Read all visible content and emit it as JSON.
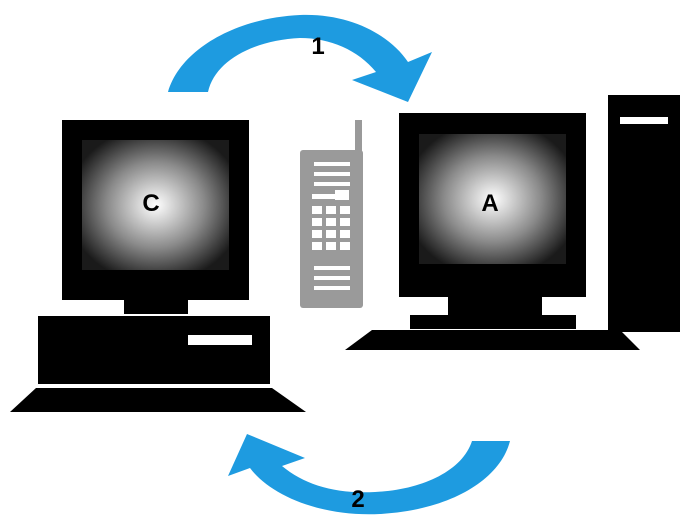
{
  "labels": {
    "computer_c": "C",
    "computer_a": "A",
    "step_1": "1",
    "step_2": "2"
  },
  "colors": {
    "arrow": "#1E9BE0",
    "arrow_shadow": "#1778B0",
    "computer": "#000000",
    "phone": "#9A9A9A",
    "phone_dark": "#7C7C7C",
    "screen_center": "#FFFFFF",
    "screen_edge": "#1A1A1A"
  },
  "icons": {
    "left_computer": "desktop-computer-icon",
    "right_computer": "tower-computer-icon",
    "phone": "mobile-phone-icon",
    "arrow_top": "curved-arrow-right-icon",
    "arrow_bottom": "curved-arrow-left-icon"
  }
}
